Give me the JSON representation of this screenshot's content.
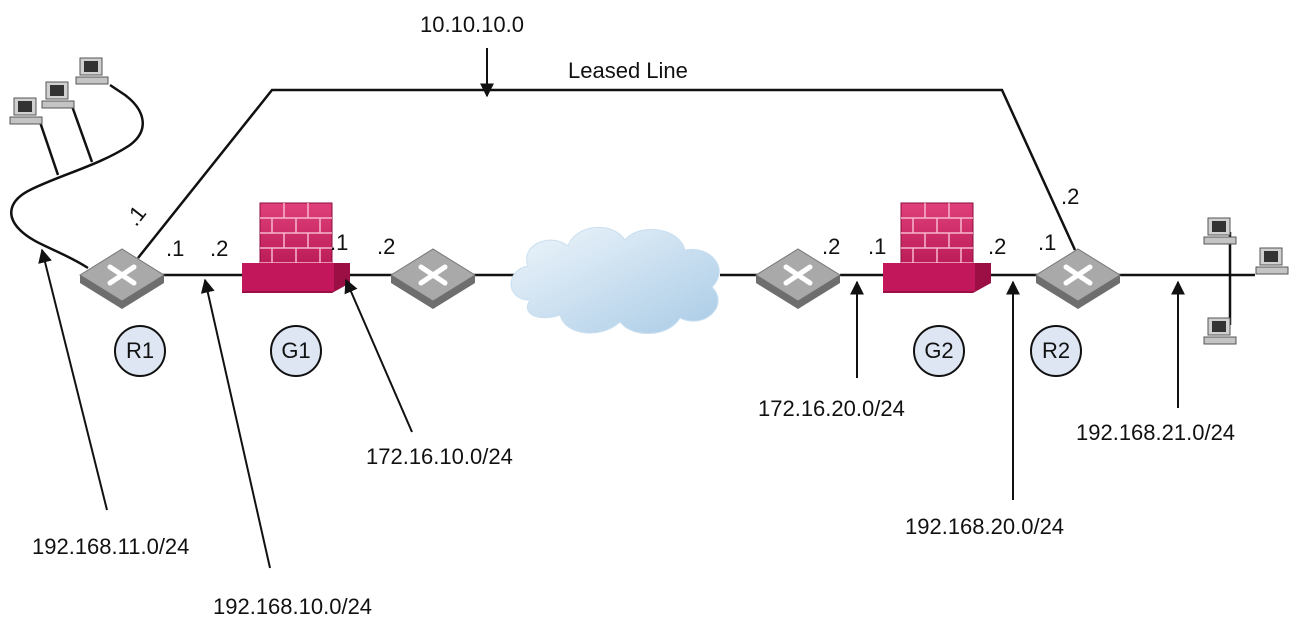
{
  "networks": {
    "leased_subnet": "10.10.10.0",
    "leased_line": "Leased Line",
    "r1_lan": "192.168.11.0/24",
    "r1_g1": "192.168.10.0/24",
    "g1_wan": "172.16.10.0/24",
    "g2_wan": "172.16.20.0/24",
    "g2_r2": "192.168.20.0/24",
    "r2_lan": "192.168.21.0/24"
  },
  "nodes": {
    "r1": "R1",
    "g1": "G1",
    "g2": "G2",
    "r2": "R2"
  },
  "interfaces": {
    "r1_leased": ".1",
    "r1_g1": ".1",
    "g1_r1": ".2",
    "g1_out": ".1",
    "isp1_in": ".2",
    "isp2_in": ".2",
    "g2_out": ".1",
    "g2_r2": ".2",
    "r2_g2": ".1",
    "r2_leased": ".2"
  },
  "colors": {
    "firewall": "#c2185b",
    "router_top": "#a9a9a9",
    "node_fill": "#dde6f2",
    "cloud": "#b8d4ea"
  }
}
